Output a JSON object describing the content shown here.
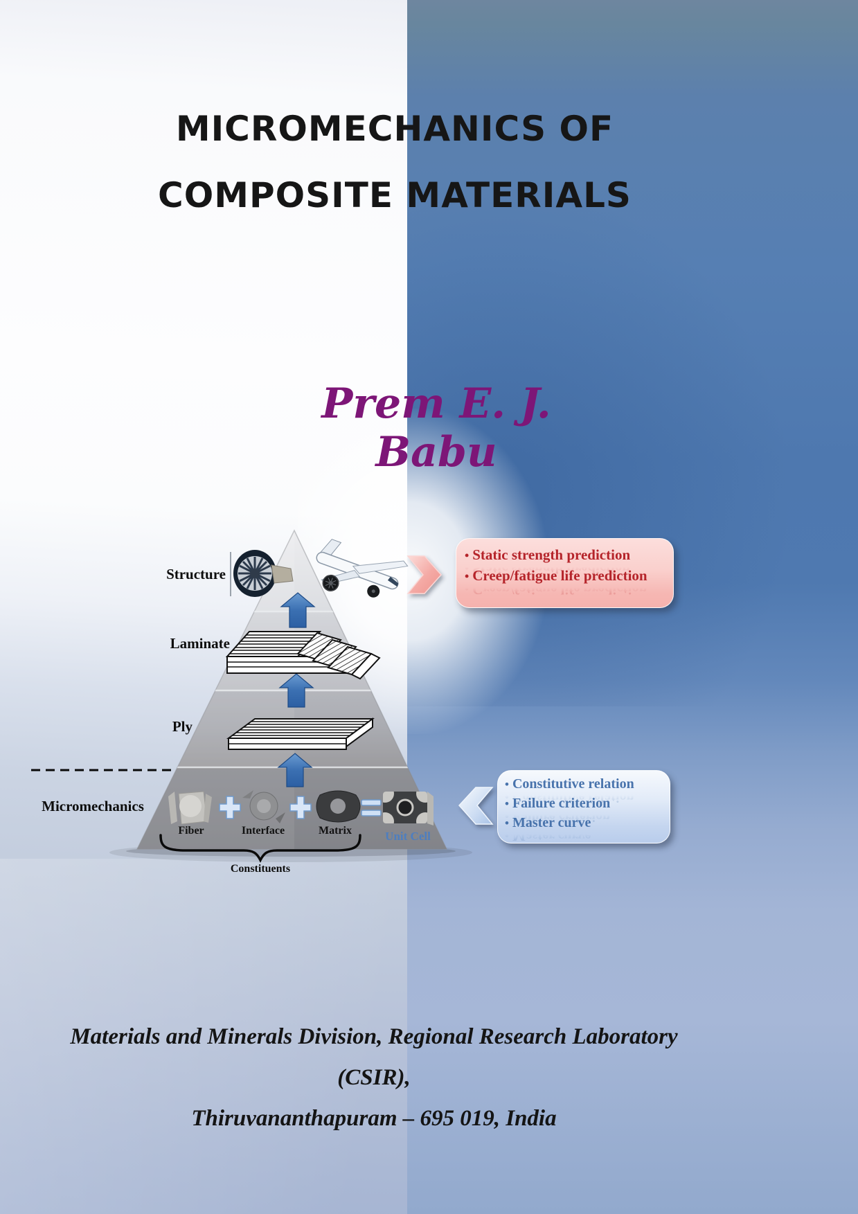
{
  "title": {
    "line1": "MICROMECHANICS OF",
    "line2": "COMPOSITE MATERIALS"
  },
  "author": {
    "name": "Prem E. J. Babu",
    "color": "#7d1677"
  },
  "pyramid": {
    "levels": [
      {
        "label": "Structure"
      },
      {
        "label": "Laminate"
      },
      {
        "label": "Ply"
      },
      {
        "label": "Micromechanics"
      }
    ]
  },
  "micromechanics_row": {
    "items": [
      {
        "label": "Fiber"
      },
      {
        "label": "Interface"
      },
      {
        "label": "Matrix"
      }
    ],
    "operators": [
      "+",
      "+",
      "="
    ],
    "result_label": "Unit Cell",
    "unit_cell_color": "#4d7ec0",
    "group_label": "Constituents"
  },
  "callouts": {
    "structure": {
      "bullets": [
        "Static strength prediction",
        "Creep/fatigue life prediction"
      ],
      "text_color": "#b5242a",
      "bg_top": "#fcdedc",
      "bg_bottom": "#f5b2ae"
    },
    "micromechanics": {
      "bullets": [
        "Constitutive relation",
        "Failure criterion",
        "Master curve"
      ],
      "text_color": "#4873ac",
      "bg_top": "#f6f9fd",
      "bg_bottom": "#b9cdec"
    }
  },
  "footer": {
    "line1": "Materials and Minerals Division, Regional Research Laboratory (CSIR),",
    "line2": "Thiruvananthapuram – 695 019, India"
  },
  "ui": {
    "bullet_char": "•"
  }
}
